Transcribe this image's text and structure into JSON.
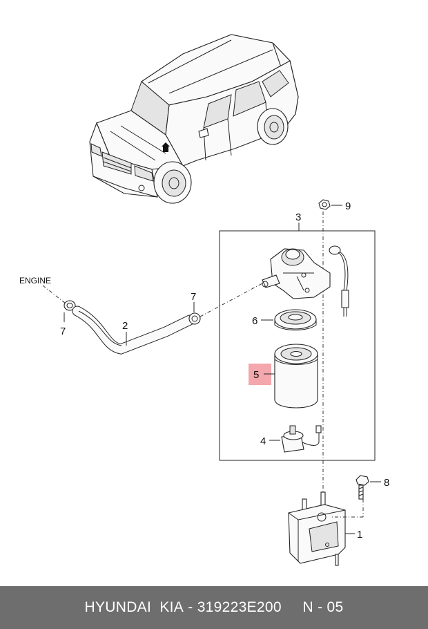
{
  "labels": {
    "engine": "ENGINE",
    "p1": "1",
    "p2": "2",
    "p3": "3",
    "p4": "4",
    "p5": "5",
    "p6": "6",
    "p7a": "7",
    "p7b": "7",
    "p8": "8",
    "p9": "9"
  },
  "highlight_color": "#f4a7ad",
  "footer": {
    "brand": "HYUNDAI  KIA",
    "separator": " - ",
    "part_number": "319223E200",
    "gap": "     ",
    "page": "N - 05"
  }
}
